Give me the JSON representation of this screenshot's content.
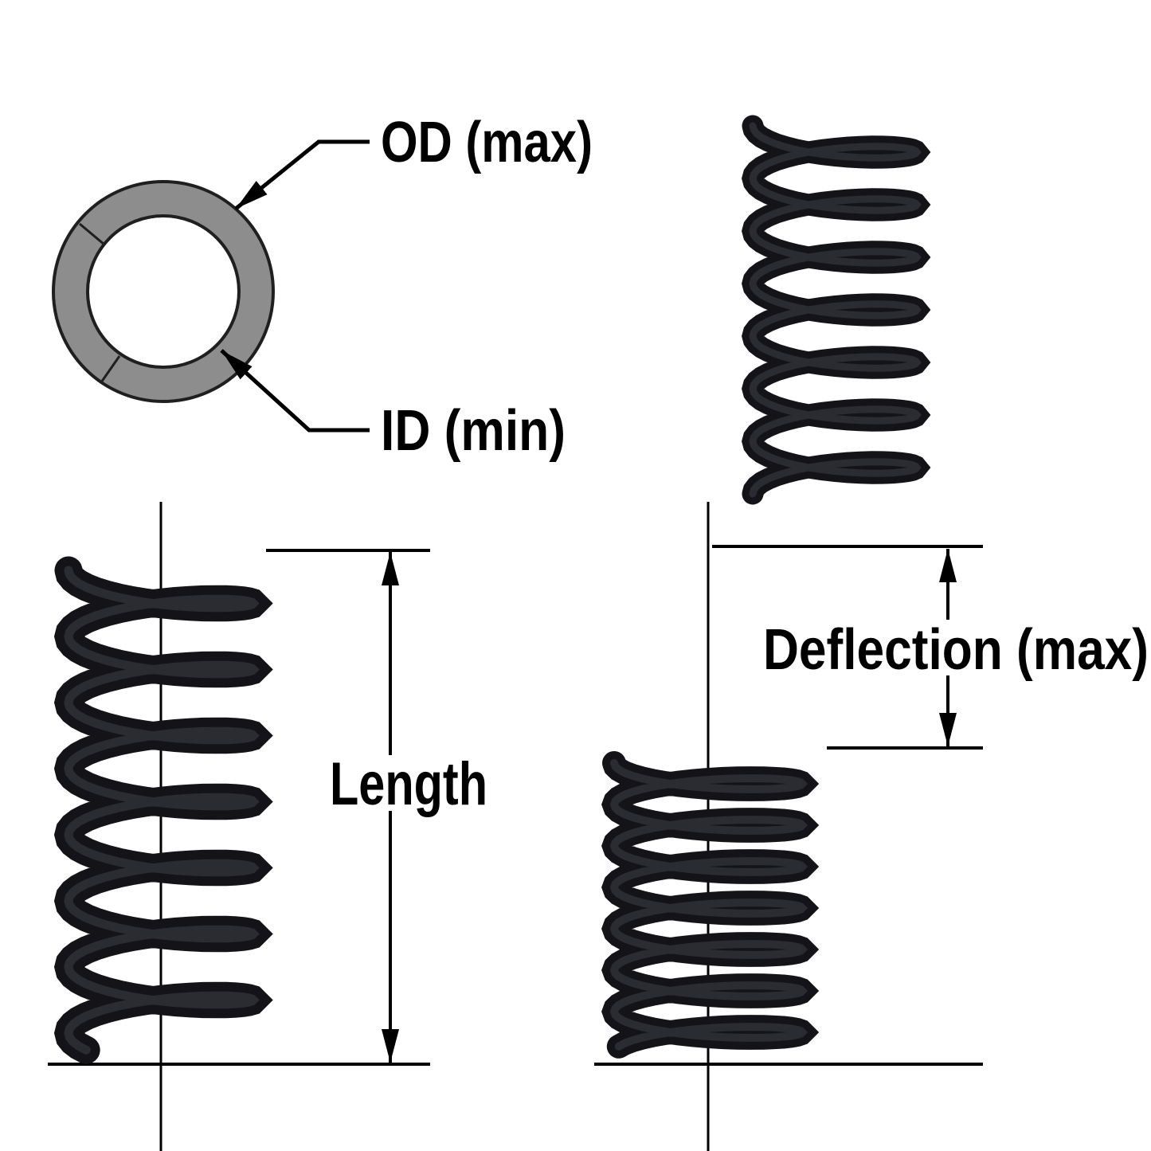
{
  "labels": {
    "od": "OD (max)",
    "id": "ID (min)",
    "length": "Length",
    "deflection": "Deflection (max)"
  },
  "colors": {
    "background": "#ffffff",
    "lines": "#000000",
    "text": "#000000",
    "spring": "#141418",
    "spring_highlight": "#2e2e35",
    "ring_fill": "#8d8d8d",
    "ring_outline": "#1f1f1f"
  }
}
